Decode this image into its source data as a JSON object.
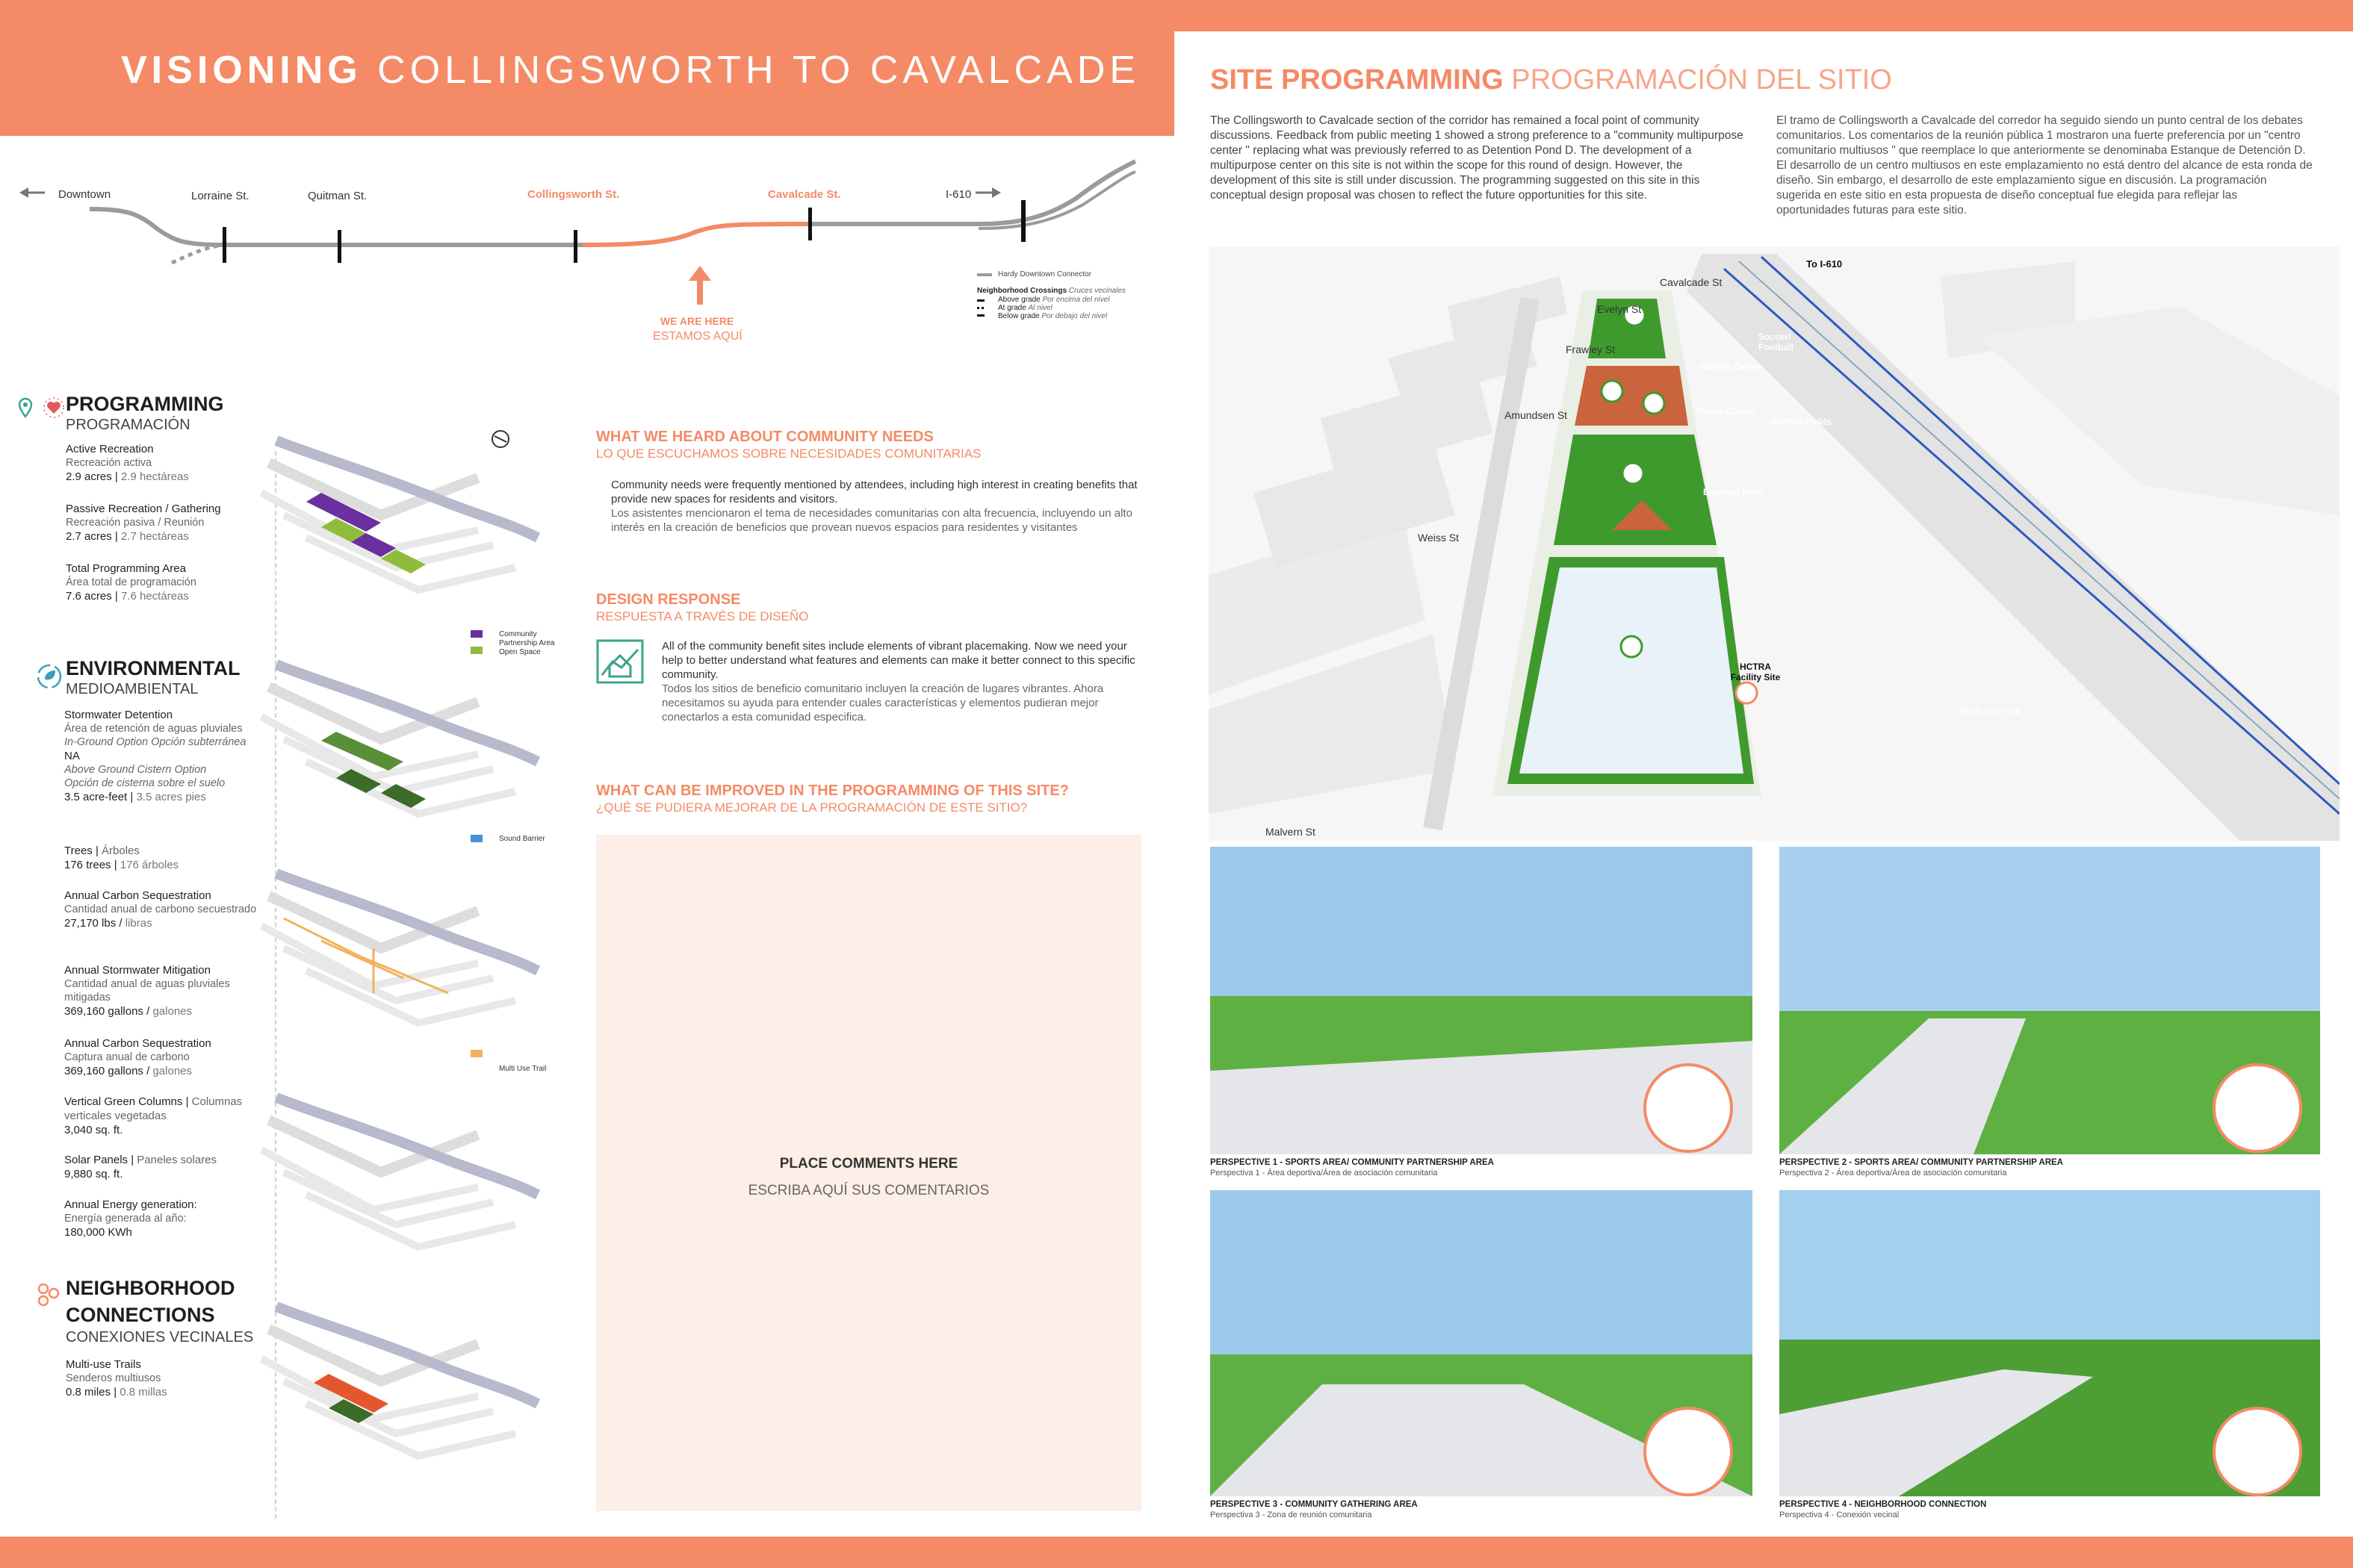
{
  "header": {
    "left_title_bold": "VISIONING",
    "left_title_light": "COLLINGSWORTH TO CAVALCADE",
    "right_title_bold": "SITE PROGRAMMING",
    "right_title_light": "PROGRAMACIÓN DEL SITIO"
  },
  "corridor": {
    "downtown": "Downtown",
    "lorraine": "Lorraine St.",
    "quitman": "Quitman St.",
    "collingsworth": "Collingsworth St.",
    "cavalcade": "Cavalcade  St.",
    "i610": "I-610",
    "we_are_here": "WE ARE HERE",
    "estamos_aqui": "ESTAMOS AQUÍ",
    "legend_connector": "Hardy Downtown Connector",
    "legend_crossings": "Neighborhood Crossings",
    "legend_crossings_es": "Cruces vecinales",
    "legend_above": "Above grade",
    "legend_above_es": "Por encima del nivel",
    "legend_at": "At grade",
    "legend_at_es": "Al nivel",
    "legend_below": "Below grade",
    "legend_below_es": "Por debajo del nivel"
  },
  "intro": {
    "en": "The Collingsworth to Cavalcade section of the corridor has remained a focal point of community discussions. Feedback from public meeting 1 showed a strong preference to a \"community multipurpose center \" replacing what was previously referred to as Detention Pond D. The development of a multipurpose center on this site is not within the scope for this round of design. However, the development of this site is still under discussion. The programming suggested on this site in this conceptual design proposal was chosen to reflect the future opportunities for this site.",
    "es": "El tramo de Collingsworth a Cavalcade del corredor ha seguido siendo un punto central de los debates comunitarios. Los comentarios de la reunión pública 1 mostraron una fuerte preferencia por un \"centro comunitario multiusos \" que reemplace lo que anteriormente se denominaba Estanque de Detención D. El desarrollo de un centro multiusos en este emplazamiento no está dentro del alcance de esta ronda de diseño. Sin embargo, el desarrollo de este emplazamiento sigue en discusión. La programación sugerida en este sitio en esta propuesta de diseño conceptual fue elegida para reflejar las oportunidades futuras para este sitio."
  },
  "programming": {
    "title": "PROGRAMMING",
    "subtitle": "PROGRAMACIÓN",
    "active_title": "Active Recreation",
    "active_sub": "Recreación activa",
    "active_val": "2.9 acres",
    "active_val_es": "2.9 hectáreas",
    "passive_title": "Passive Recreation / Gathering",
    "passive_sub": "Recreación pasiva / Reunión",
    "passive_val": "2.7 acres",
    "passive_val_es": "2.7 hectáreas",
    "total_title": "Total Programming Area",
    "total_sub": "Área total de programación",
    "total_val": "7.6 acres",
    "total_val_es": "7.6 hectáreas",
    "legend1": "Community Partnership Area",
    "legend2": "Open Space"
  },
  "environmental": {
    "title": "ENVIRONMENTAL",
    "subtitle": "MEDIOAMBIENTAL",
    "storm_title": "Stormwater Detention",
    "storm_sub": "Área de retención de aguas pluviales",
    "inground": "In-Ground Option",
    "inground_es": "Opción subterránea",
    "na": "NA",
    "aboveground": "Above Ground Cistern Option",
    "aboveground_es": "Opción de cisterna sobre el suelo",
    "cistern_val": "3.5 acre-feet",
    "cistern_val_es": "3.5 acres pies",
    "trees_title": "Trees",
    "trees_es": "Árboles",
    "trees_val": "176 trees",
    "trees_val_es": "176 árboles",
    "carbon_title": "Annual Carbon Sequestration",
    "carbon_sub": "Cantidad anual de carbono secuestrado",
    "carbon_val": "27,170 lbs",
    "carbon_val_es": "libras",
    "mitig_title": "Annual Stormwater Mitigation",
    "mitig_sub": "Cantidad anual de aguas pluviales mitigadas",
    "mitig_val": "369,160 gallons",
    "mitig_val_es": "galones",
    "carbon2_title": "Annual Carbon Sequestration",
    "carbon2_sub": "Captura anual de carbono",
    "carbon2_val": "369,160 gallons",
    "carbon2_val_es": "galones",
    "vgc_title": "Vertical Green Columns",
    "vgc_es": "Columnas verticales vegetadas",
    "vgc_val": "3,040 sq. ft.",
    "solar_title": "Solar Panels",
    "solar_es": "Paneles solares",
    "solar_val": "9,880 sq. ft.",
    "energy_title": "Annual Energy generation:",
    "energy_sub": "Energía generada al año:",
    "energy_val": "180,000 KWh",
    "legend_sound": "Sound Barrier",
    "legend_trail": "Multi Use Trail"
  },
  "neighborhood": {
    "title1": "NEIGHBORHOOD",
    "title2": "CONNECTIONS",
    "subtitle": "CONEXIONES VECINALES",
    "trails_title": "Multi-use Trails",
    "trails_sub": "Senderos multiusos",
    "trails_val": "0.8 miles",
    "trails_val_es": "0.8 millas"
  },
  "needs": {
    "heading": "WHAT WE HEARD ABOUT COMMUNITY NEEDS",
    "heading_es": "LO QUE ESCUCHAMOS SOBRE NECESIDADES COMUNITARIAS",
    "en": "Community needs were frequently mentioned by attendees, including high interest in creating benefits that provide new spaces for residents and visitors.",
    "es": "Los asistentes mencionaron el tema de necesidades comunitarias con alta frecuencia, incluyendo un alto interés en la creación de beneficios que provean nuevos espacios para residentes y visitantes"
  },
  "design": {
    "heading": "DESIGN RESPONSE",
    "heading_es": "RESPUESTA A TRAVÉS DE DISEÑO",
    "en": "All of the community benefit sites include elements of vibrant placemaking. Now we need your help to better understand what features and elements can make it better connect to this specific community.",
    "es": "Todos los sitios de beneficio comunitario incluyen la creación de lugares vibrantes. Ahora necesitamos su ayuda para entender cuales características y elementos pudieran mejor conectarlos a esta comunidad especifica."
  },
  "improve": {
    "heading": "WHAT CAN BE IMPROVED IN THE PROGRAMMING OF THIS SITE?",
    "heading_es": "¿QUÉ SE PUDIERA MEJORAR DE LA PROGRAMACIÓN DE ESTE SITIO?",
    "place": "PLACE COMMENTS HERE",
    "place_es": "ESCRIBA AQUÍ SUS COMENTARIOS"
  },
  "site": {
    "cavalcade": "Cavalcade St",
    "to_i610": "To I-610",
    "evelyn": "Evelyn St",
    "frawley": "Frawley St",
    "amundsen": "Amundsen St",
    "weiss": "Weiss St",
    "malvern": "Malvern St",
    "soccer": "Soccer/ Football",
    "batting": "Batting Cages",
    "tennis": "Tennis Courts",
    "softball": "Softball Fields",
    "baseball": "Baseball Field",
    "hctra": "HCTRA Facility Site",
    "trail": "Multi-use Trail"
  },
  "perspectives": [
    {
      "en": "PERSPECTIVE 1 - SPORTS AREA/ COMMUNITY PARTNERSHIP AREA",
      "es": "Perspectiva 1 - Área deportiva/Área de asociación comunitaria"
    },
    {
      "en": "PERSPECTIVE 2 - SPORTS AREA/ COMMUNITY PARTNERSHIP AREA",
      "es": "Perspectiva 2 - Área deportiva/Área de asociación comunitaria"
    },
    {
      "en": "PERSPECTIVE 3 - COMMUNITY GATHERING AREA",
      "es": "Perspectiva 3 - Zona de reunión comunitaria"
    },
    {
      "en": "PERSPECTIVE 4 - NEIGHBORHOOD CONNECTION",
      "es": "Perspectiva 4 - Conexión vecinal"
    }
  ],
  "colors": {
    "accent": "#f58a66",
    "partnership": "#6b2fa0",
    "openspace": "#8fbc3c",
    "sound": "#4a90d9",
    "trail": "#f2b25c",
    "field": "#3f9a2e"
  },
  "icons": [
    "location-pin-icon",
    "heart-icon",
    "leaf-recycle-icon",
    "network-icon",
    "home-chart-icon",
    "north-arrow-icon",
    "arrow-up-icon",
    "arrow-left-icon",
    "arrow-right-icon"
  ]
}
